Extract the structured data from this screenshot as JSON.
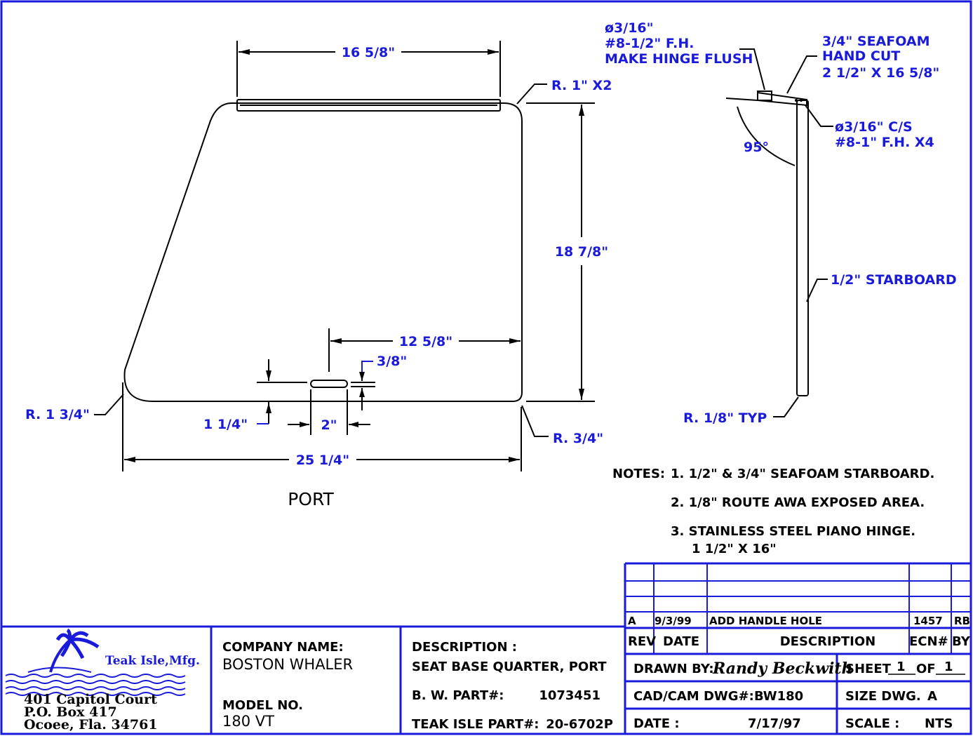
{
  "dimensions": {
    "top_width": "16 5/8\"",
    "radius_top_right": "R. 1\" X2",
    "height": "18 7/8\"",
    "handle_offset": "12 5/8\"",
    "handle_height": "3/8\"",
    "radius_bottom_left": "R. 1 3/4\"",
    "handle_bottom": "1 1/4\"",
    "handle_width": "2\"",
    "radius_bottom_right": "R. 3/4\"",
    "bottom_width": "25 1/4\""
  },
  "view_label": "PORT",
  "side_view": {
    "hinge_hole": "ø3/16\"",
    "hinge_screw": "#8-1/2\" F.H.",
    "hinge_note": "MAKE HINGE FLUSH",
    "seafoam_line1": "3/4\" SEAFOAM",
    "seafoam_line2": "HAND CUT",
    "seafoam_line3": "2 1/2\" X 16 5/8\"",
    "cs_line1": "ø3/16\" C/S",
    "cs_line2": "#8-1\" F.H. X4",
    "angle": "95°",
    "starboard": "1/2\" STARBOARD",
    "radius": "R. 1/8\" TYP"
  },
  "notes": {
    "label": "NOTES:",
    "items": [
      "1. 1/2\" & 3/4\" SEAFOAM STARBOARD.",
      "2. 1/8\" ROUTE AWA EXPOSED AREA.",
      "3. STAINLESS STEEL PIANO HINGE."
    ],
    "item3_cont": "1 1/2\" X 16\""
  },
  "revision": {
    "rev": "A",
    "date": "9/3/99",
    "description": "ADD HANDLE HOLE",
    "ecn": "1457",
    "by": "RB",
    "headers": {
      "rev": "REV",
      "date": "DATE",
      "description": "DESCRIPTION",
      "ecn": "ECN#",
      "by": "BY"
    }
  },
  "company": {
    "brand": "Teak Isle,Mfg.",
    "address1": "401 Capitol Court",
    "address2": "P.O. Box 417",
    "address3": "Ocoee, Fla. 34761"
  },
  "title_block": {
    "company_label": "COMPANY NAME:",
    "company_name": "BOSTON WHALER",
    "model_label": "MODEL NO.",
    "model": "180 VT",
    "description_label": "DESCRIPTION :",
    "description": "SEAT BASE QUARTER, PORT",
    "bw_part_label": "B. W. PART#:",
    "bw_part": "1073451",
    "teak_part_label": "TEAK ISLE PART#:",
    "teak_part": "20-6702P",
    "drawn_label": "DRAWN BY:",
    "drawn_by": "Randy Beckwith",
    "sheet_label": "SHEET",
    "sheet_num": "1",
    "of_label": "OF",
    "sheet_total": "1",
    "dwg_label": "CAD/CAM DWG#:",
    "dwg": "BW180",
    "size_label": "SIZE DWG.",
    "size": "A",
    "date_label": "DATE :",
    "date": "7/17/97",
    "scale_label": "SCALE :",
    "scale": "NTS"
  }
}
